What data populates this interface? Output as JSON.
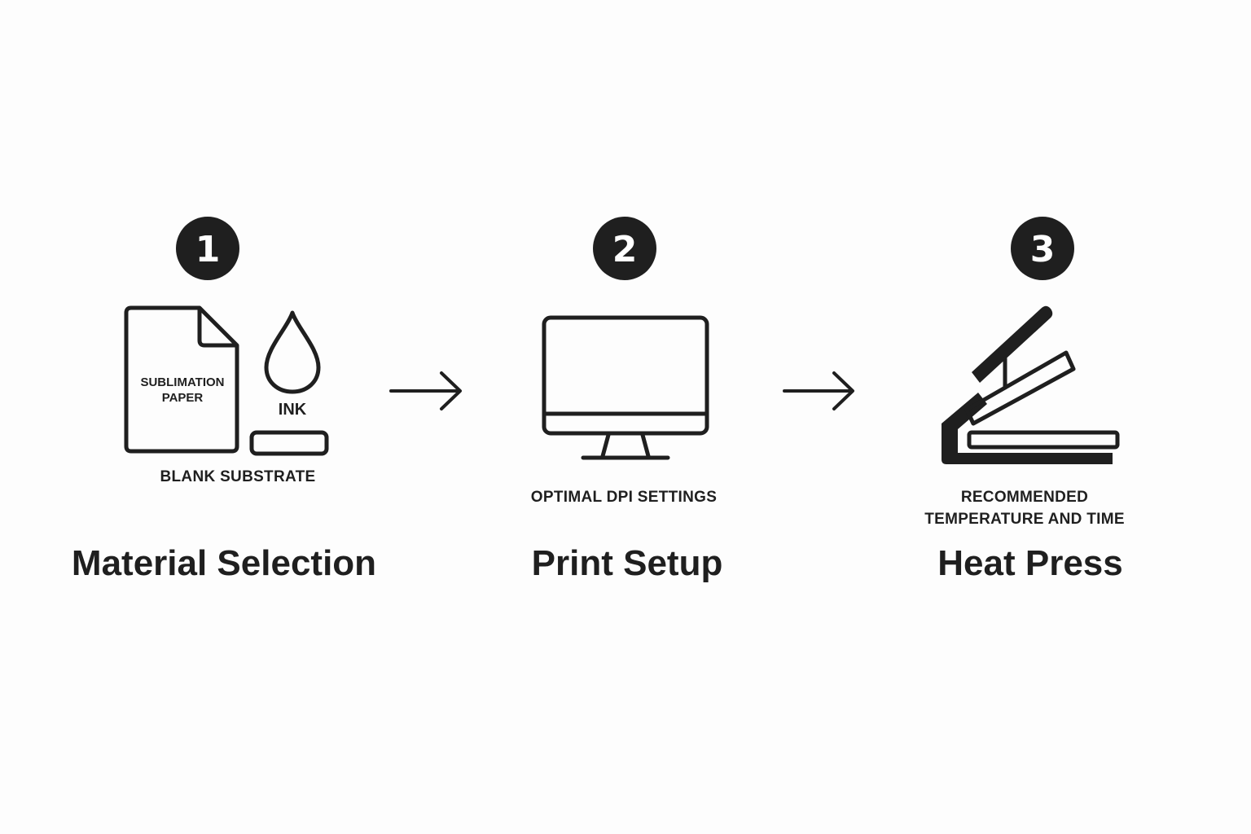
{
  "steps": [
    {
      "number": "1",
      "title": "Material Selection",
      "icons": [
        "document-icon",
        "ink-drop-icon",
        "substrate-blank-icon"
      ],
      "labels": {
        "paper_line1": "SUBLIMATION",
        "paper_line2": "PAPER",
        "ink": "INK",
        "substrate": "BLANK SUBSTRATE"
      }
    },
    {
      "number": "2",
      "title": "Print Setup",
      "icons": [
        "monitor-icon"
      ],
      "labels": {
        "caption": "OPTIMAL DPI SETTINGS"
      }
    },
    {
      "number": "3",
      "title": "Heat Press",
      "icons": [
        "heat-press-icon"
      ],
      "labels": {
        "caption_line1": "RECOMMENDED",
        "caption_line2": "TEMPERATURE AND TIME"
      }
    }
  ],
  "connectors": [
    "arrow-right-icon",
    "arrow-right-icon"
  ],
  "colors": {
    "ink": "#1f1f1f",
    "background": "#fdfdfd",
    "badge_text": "#ffffff"
  }
}
